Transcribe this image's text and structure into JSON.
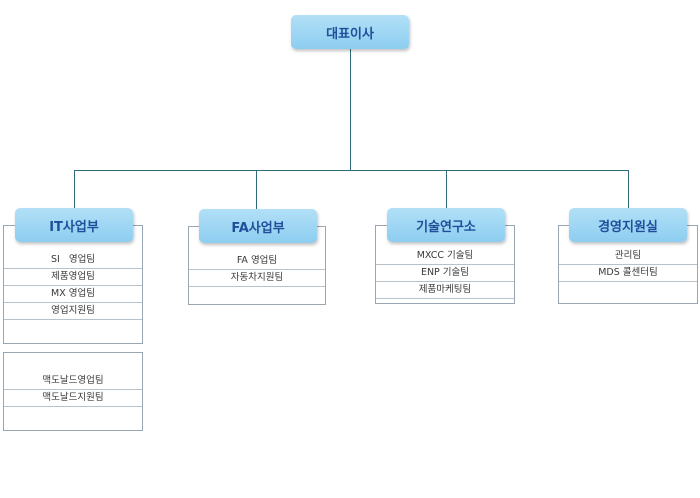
{
  "root": {
    "label": "대표이사"
  },
  "divisions": [
    {
      "label": "IT사업부",
      "teams": [
        "SI   영업팀",
        "제품영업팀",
        "MX 영업팀",
        "영업지원팀"
      ],
      "teams_extra": [
        "맥도날드영업팀",
        "맥도날드지원팀"
      ]
    },
    {
      "label": "FA사업부",
      "teams": [
        "FA 영업팀",
        "자동차지원팀"
      ]
    },
    {
      "label": "기술연구소",
      "teams": [
        "MXCC 기술팀",
        "ENP 기술팀",
        "제품마케팅팀"
      ]
    },
    {
      "label": "경영지원실",
      "teams": [
        "관리팀",
        "MDS 콜센터팀"
      ]
    }
  ]
}
